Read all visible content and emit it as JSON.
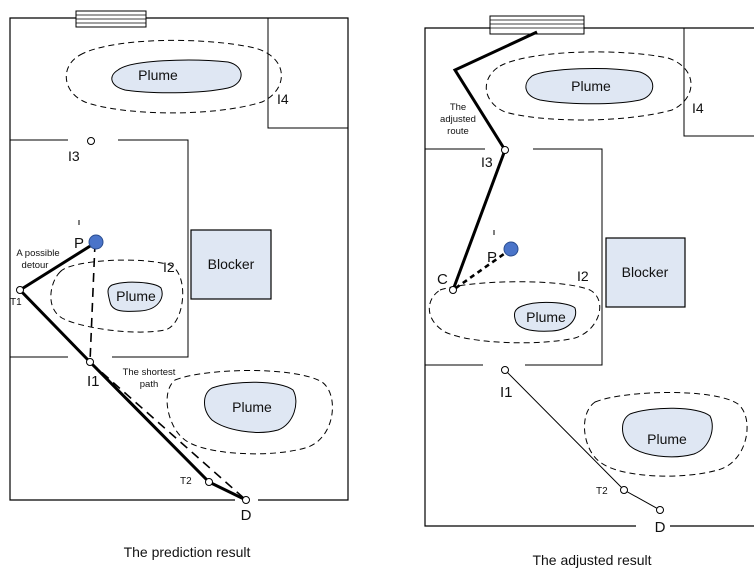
{
  "left_panel": {
    "caption": "The prediction result",
    "plume_labels": [
      "Plume",
      "Plume",
      "Plume"
    ],
    "blocker_label": "Blocker",
    "labels": {
      "i4": "I4",
      "i3": "I3",
      "i2": "I2",
      "i1": "I1",
      "p": "P",
      "t1": "T1",
      "t2": "T2",
      "d": "D",
      "detour_line1": "A possible",
      "detour_line2": "detour",
      "shortest_line1": "The shortest",
      "shortest_line2": "path"
    }
  },
  "right_panel": {
    "caption": "The adjusted result",
    "plume_labels": [
      "Plume",
      "Plume",
      "Plume"
    ],
    "blocker_label": "Blocker",
    "labels": {
      "i4": "I4",
      "i3": "I3",
      "i2": "I2",
      "i1": "I1",
      "p": "P",
      "c": "C",
      "t2": "T2",
      "d": "D",
      "route_line1": "The",
      "route_line2": "adjusted",
      "route_line3": "route"
    }
  },
  "colors": {
    "plume_fill": "#dfe7f3",
    "blocker_fill": "#dfe7f3",
    "p_marker": "#4a74c9",
    "line": "#000000"
  }
}
